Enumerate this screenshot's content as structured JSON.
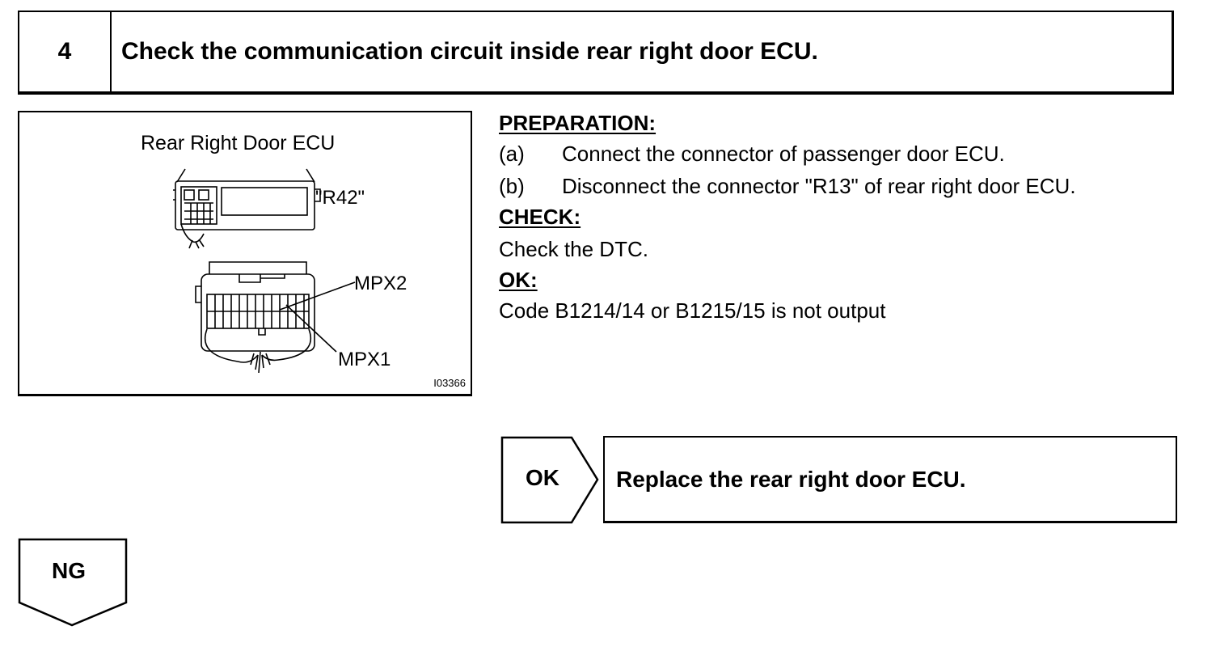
{
  "header": {
    "step_number": "4",
    "title": "Check the communication circuit inside rear right door ECU."
  },
  "figure": {
    "title": "Rear Right Door ECU",
    "connector_label": "\"R42\"",
    "mpx2_label": "MPX2",
    "mpx1_label": "MPX1",
    "figure_id": "I03366"
  },
  "preparation": {
    "heading": "PREPARATION:",
    "steps": [
      {
        "letter": "(a)",
        "text": "Connect the connector of passenger door ECU."
      },
      {
        "letter": "(b)",
        "text": "Disconnect the connector \"R13\" of rear right door ECU."
      }
    ]
  },
  "check": {
    "heading": "CHECK:",
    "text": "Check the DTC."
  },
  "ok": {
    "heading": "OK:",
    "text": "Code B1214/14 or B1215/15 is not output"
  },
  "ok_branch": {
    "label": "OK",
    "action": "Replace the rear right door ECU."
  },
  "ng_branch": {
    "label": "NG"
  }
}
